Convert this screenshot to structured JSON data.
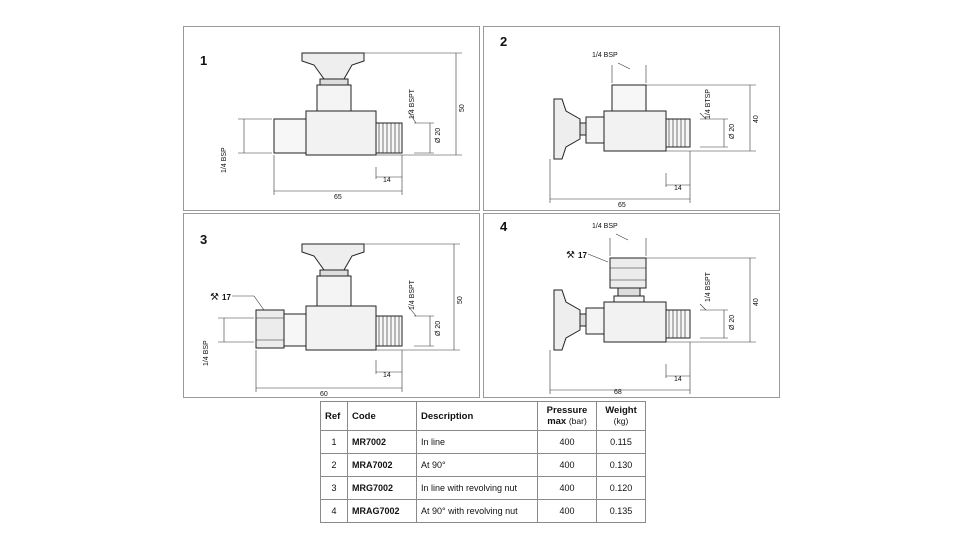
{
  "panels": [
    {
      "ref": "1",
      "dims": {
        "bsp_side": "1/4 BSP",
        "bspt": "1/4 BSPT",
        "dia": "Ø 20",
        "height": "50",
        "length": "65",
        "thread": "14"
      }
    },
    {
      "ref": "2",
      "dims": {
        "bsp_top": "1/4 BSP",
        "bspt": "1/4 BTSP",
        "dia": "Ø 20",
        "height": "40",
        "length": "65",
        "thread": "14"
      }
    },
    {
      "ref": "3",
      "dims": {
        "wrench": "17",
        "bsp_side": "1/4 BSP",
        "bspt": "1/4 BSPT",
        "dia": "Ø 20",
        "height": "50",
        "length": "60",
        "thread": "14"
      }
    },
    {
      "ref": "4",
      "dims": {
        "wrench": "17",
        "bsp_top": "1/4 BSP",
        "bspt": "1/4 BSPT",
        "dia": "Ø 20",
        "height": "40",
        "length": "68",
        "thread": "14"
      }
    }
  ],
  "table": {
    "headers": {
      "ref": "Ref",
      "code": "Code",
      "description": "Description",
      "pressure": "Pressure",
      "pressure_bold2": "max",
      "pressure_unit": "(bar)",
      "weight": "Weight",
      "weight_unit": "(kg)"
    },
    "rows": [
      {
        "ref": "1",
        "code": "MR7002",
        "description": "In line",
        "pressure": "400",
        "weight": "0.115"
      },
      {
        "ref": "2",
        "code": "MRA7002",
        "description": "At 90°",
        "pressure": "400",
        "weight": "0.130"
      },
      {
        "ref": "3",
        "code": "MRG7002",
        "description": "In line with revolving nut",
        "pressure": "400",
        "weight": "0.120"
      },
      {
        "ref": "4",
        "code": "MRAG7002",
        "description": "At 90° with revolving nut",
        "pressure": "400",
        "weight": "0.135"
      }
    ]
  }
}
